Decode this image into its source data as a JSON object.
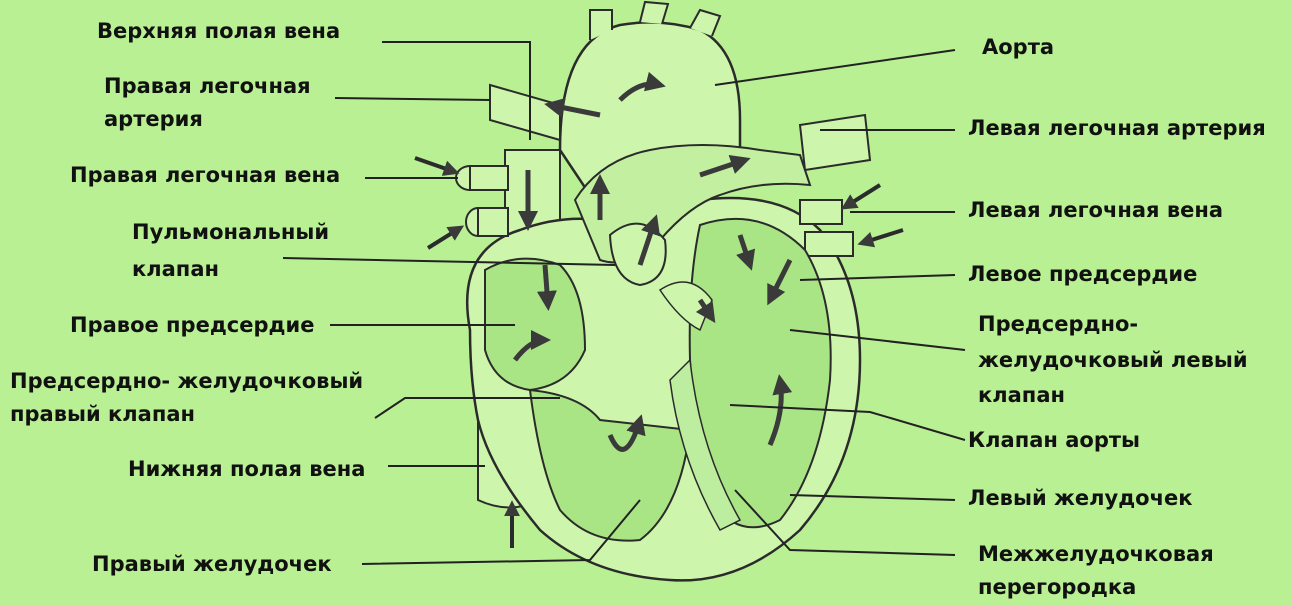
{
  "diagram": {
    "colors": {
      "background": "#b8f093",
      "heart_fill": "#cdf5ac",
      "heart_shade": "#a9e585",
      "outline": "#2b2b2b",
      "arrow": "#3a3a3a"
    },
    "labels_left": [
      {
        "id": "svc",
        "text": "Верхняя полая вена"
      },
      {
        "id": "rpa1",
        "text": "Правая легочная"
      },
      {
        "id": "rpa2",
        "text": "артерия"
      },
      {
        "id": "rpv",
        "text": "Правая легочная вена"
      },
      {
        "id": "pv1",
        "text": "Пульмональный"
      },
      {
        "id": "pv2",
        "text": "клапан"
      },
      {
        "id": "ra",
        "text": "Правое предсердие"
      },
      {
        "id": "tv1",
        "text": "Предсердно- желудочковый"
      },
      {
        "id": "tv2",
        "text": "правый  клапан"
      },
      {
        "id": "ivc",
        "text": "Нижняя полая вена"
      },
      {
        "id": "rv",
        "text": "Правый желудочек"
      }
    ],
    "labels_right": [
      {
        "id": "aorta",
        "text": "Аорта"
      },
      {
        "id": "lpa",
        "text": "Левая легочная артерия"
      },
      {
        "id": "lpv",
        "text": "Левая легочная вена"
      },
      {
        "id": "la",
        "text": "Левое предсердие"
      },
      {
        "id": "mv1",
        "text": "Предсердно-"
      },
      {
        "id": "mv2",
        "text": "желудочковый левый"
      },
      {
        "id": "mv3",
        "text": "клапан"
      },
      {
        "id": "av",
        "text": "Клапан аорты"
      },
      {
        "id": "lv",
        "text": "Левый желудочек"
      },
      {
        "id": "ivs1",
        "text": "Межжелудочковая"
      },
      {
        "id": "ivs2",
        "text": "перегородка"
      }
    ]
  }
}
